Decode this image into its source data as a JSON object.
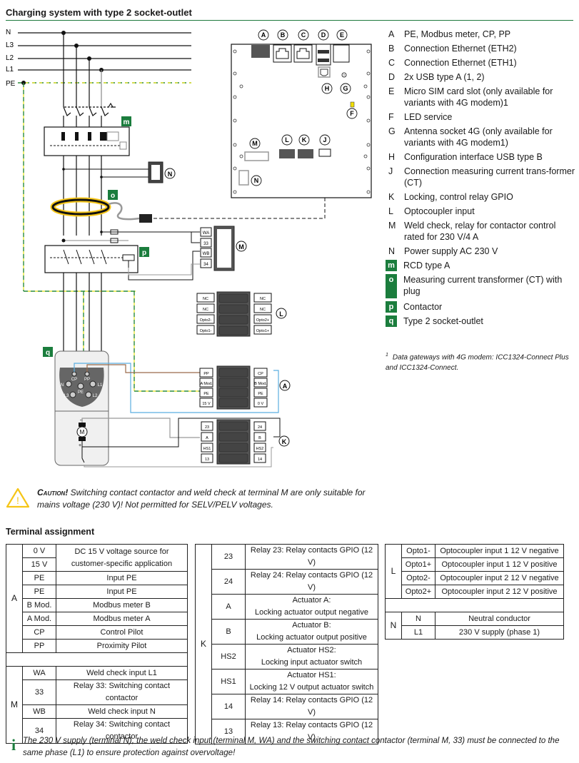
{
  "title": "Charging system with type 2 socket-outlet",
  "colors": {
    "accent_green": "#1b7d3d",
    "pe_yellow": "#e8e43a",
    "ct_yellow": "#f5c518",
    "led_yellow": "#f2e000",
    "cp_blue": "#5aaee0",
    "pp_brown": "#9a6a4a"
  },
  "diagram": {
    "supply_lines": [
      "N",
      "L3",
      "L2",
      "L1",
      "PE"
    ],
    "board_callouts": [
      "A",
      "B",
      "C",
      "D",
      "E",
      "F",
      "G",
      "H",
      "J",
      "K",
      "L",
      "M",
      "N"
    ],
    "component_badges": [
      "m",
      "o",
      "p",
      "q"
    ],
    "m_connector_labels": [
      "WA",
      "33",
      "WB",
      "34"
    ],
    "m_callout": "M",
    "l_terminal_left": [
      "NC",
      "NC",
      "Opto2-",
      "Opto1-"
    ],
    "l_terminal_right": [
      "NC",
      "NC",
      "Opto2+",
      "Opto1+"
    ],
    "l_callout": "L",
    "a_terminal_left": [
      "PP",
      "A Mod.",
      "PE",
      "15 V"
    ],
    "a_terminal_right": [
      "CP",
      "B Mod.",
      "PE",
      "0 V"
    ],
    "a_callout": "A",
    "k_terminal_left": [
      "23",
      "A",
      "HS1",
      "13"
    ],
    "k_terminal_right": [
      "24",
      "B",
      "HS2",
      "14"
    ],
    "k_callout": "K",
    "n_callout": "N",
    "socket_pins": [
      "CP",
      "PP",
      "N",
      "L1",
      "PE",
      "L3",
      "L2"
    ],
    "motor_label": "M",
    "motor_minus": "–",
    "motor_plus": "+"
  },
  "legend": [
    {
      "key": "A",
      "text": "PE, Modbus meter, CP, PP"
    },
    {
      "key": "B",
      "text": "Connection Ethernet (ETH2)"
    },
    {
      "key": "C",
      "text": "Connection Ethernet (ETH1)"
    },
    {
      "key": "D",
      "text": "2x USB type A (1, 2)"
    },
    {
      "key": "E",
      "text": "Micro SIM card slot (only available for variants with 4G modem)1"
    },
    {
      "key": "F",
      "text": "LED service"
    },
    {
      "key": "G",
      "text": "Antenna socket 4G (only available for variants with 4G modem1)"
    },
    {
      "key": "H",
      "text": "Configuration interface USB type B"
    },
    {
      "key": "J",
      "text": "Connection measuring current trans-former (CT)"
    },
    {
      "key": "K",
      "text": "Locking, control relay GPIO"
    },
    {
      "key": "L",
      "text": "Optocoupler input"
    },
    {
      "key": "M",
      "text": "Weld check, relay for contactor control rated for 230 V/4 A"
    },
    {
      "key": "N",
      "text": "Power supply AC 230 V"
    },
    {
      "key": "m",
      "text": "RCD type A"
    },
    {
      "key": "o",
      "text": "Measuring current transformer (CT) with plug"
    },
    {
      "key": "p",
      "text": "Contactor"
    },
    {
      "key": "q",
      "text": "Type 2 socket-outlet"
    }
  ],
  "footnote": {
    "marker": "1",
    "text": "Data gateways with 4G modem: ICC1324-Connect Plus and ICC1324-Connect."
  },
  "caution": {
    "label": "Caution!",
    "text": " Switching contact contactor and weld check at terminal M are only suitable for mains voltage (230 V)! Not permitted for SELV/PELV voltages."
  },
  "terminal_assignment": {
    "title": "Terminal assignment",
    "group_A": {
      "name": "A",
      "rows": [
        {
          "terminal": "0 V",
          "description": "DC 15 V voltage source for customer-specific application"
        },
        {
          "terminal": "15 V",
          "description": ""
        },
        {
          "terminal": "PE",
          "description": "Input PE"
        },
        {
          "terminal": "PE",
          "description": "Input PE"
        },
        {
          "terminal": "B Mod.",
          "description": "Modbus meter B"
        },
        {
          "terminal": "A Mod.",
          "description": "Modbus meter A"
        },
        {
          "terminal": "CP",
          "description": "Control Pilot"
        },
        {
          "terminal": "PP",
          "description": "Proximity Pilot"
        }
      ]
    },
    "group_M": {
      "name": "M",
      "rows": [
        {
          "terminal": "WA",
          "description": "Weld check input L1"
        },
        {
          "terminal": "33",
          "description": "Relay 33: Switching contact contactor"
        },
        {
          "terminal": "WB",
          "description": "Weld check input N"
        },
        {
          "terminal": "34",
          "description": "Relay 34: Switching contact contactor"
        }
      ]
    },
    "group_K": {
      "name": "K",
      "rows": [
        {
          "terminal": "23",
          "description": "Relay 23: Relay contacts GPIO (12 V)"
        },
        {
          "terminal": "24",
          "description": "Relay 24: Relay contacts GPIO (12 V)"
        },
        {
          "terminal": "A",
          "description": "Actuator A:",
          "description2": "Locking actuator output negative"
        },
        {
          "terminal": "B",
          "description": "Actuator B:",
          "description2": "Locking actuator output positive"
        },
        {
          "terminal": "HS2",
          "description": "Actuator HS2:",
          "description2": "Locking input actuator switch"
        },
        {
          "terminal": "HS1",
          "description": "Actuator HS1:",
          "description2": "Locking 12 V output actuator switch"
        },
        {
          "terminal": "14",
          "description": "Relay 14: Relay contacts GPIO (12 V)"
        },
        {
          "terminal": "13",
          "description": "Relay 13: Relay contacts GPIO (12 V)"
        }
      ]
    },
    "group_L": {
      "name": "L",
      "rows": [
        {
          "terminal": "Opto1-",
          "description": "Optocoupler input 1 12 V negative"
        },
        {
          "terminal": "Opto1+",
          "description": "Optocoupler input 1 12 V positive"
        },
        {
          "terminal": "Opto2-",
          "description": "Optocoupler input 2 12 V negative"
        },
        {
          "terminal": "Opto2+",
          "description": "Optocoupler input 2 12 V positive"
        }
      ]
    },
    "group_N": {
      "name": "N",
      "rows": [
        {
          "terminal": "N",
          "description": "Neutral conductor"
        },
        {
          "terminal": "L1",
          "description": "230 V supply (phase 1)"
        }
      ]
    }
  },
  "info": {
    "icon": "i",
    "text": "The 230 V supply (terminal N), the weld check input (terminal M, WA) and the switching contact contactor (terminal M, 33) must be connected to the same phase (L1) to ensure protection against overvoltage!"
  }
}
